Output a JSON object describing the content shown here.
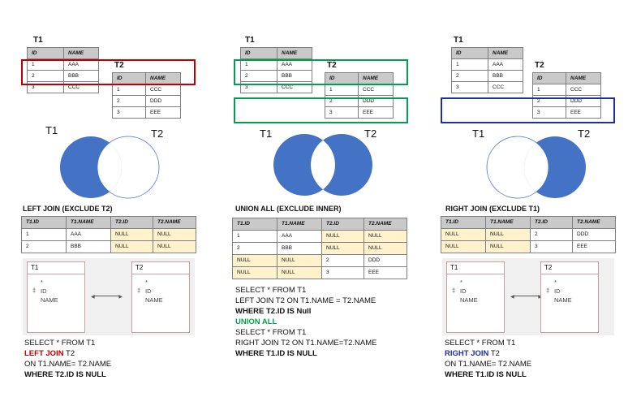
{
  "panels": [
    {
      "t1_label": "T1",
      "t2_label": "T2",
      "t1_table": {
        "header": [
          "ID",
          "NAME"
        ],
        "rows": [
          [
            "1",
            "AAA"
          ],
          [
            "2",
            "BBB"
          ],
          [
            "3",
            "CCC"
          ]
        ]
      },
      "t2_table": {
        "header": [
          "ID",
          "NAME"
        ],
        "rows": [
          [
            "1",
            "CCC"
          ],
          [
            "2",
            "DDD"
          ],
          [
            "3",
            "EEE"
          ]
        ]
      },
      "highlight_color": "#c00000",
      "venn_left": "T1",
      "venn_right": "T2",
      "title": "LEFT JOIN (EXCLUDE T2)",
      "result": {
        "header": [
          "T1.ID",
          "T1.NAME",
          "T2.ID",
          "T2.NAME"
        ],
        "rows": [
          [
            "1",
            "AAA",
            "NULL",
            "NULL"
          ],
          [
            "2",
            "BBB",
            "NULL",
            "NULL"
          ]
        ]
      },
      "entity1": {
        "name": "T1",
        "star": "*",
        "key": "‡",
        "f1": "ID",
        "f2": "NAME"
      },
      "entity2": {
        "name": "T2",
        "star": "*",
        "key": "‡",
        "f1": "ID",
        "f2": "NAME"
      },
      "sql": {
        "l1": "SELECT * FROM T1",
        "l2": "LEFT JOIN",
        "l2b": " T2",
        "l3": "ON T1.NAME= T2.NAME",
        "l4": "WHERE T2.ID IS NULL"
      }
    },
    {
      "t1_label": "T1",
      "t2_label": "T2",
      "t1_table": {
        "header": [
          "ID",
          "NAME"
        ],
        "rows": [
          [
            "1",
            "AAA"
          ],
          [
            "2",
            "BBB"
          ],
          [
            "3",
            "CCC"
          ]
        ]
      },
      "t2_table": {
        "header": [
          "ID",
          "NAME"
        ],
        "rows": [
          [
            "1",
            "CCC"
          ],
          [
            "2",
            "DDD"
          ],
          [
            "3",
            "EEE"
          ]
        ]
      },
      "highlight_color": "#00a050",
      "venn_left": "T1",
      "venn_right": "T2",
      "title": "UNION ALL (EXCLUDE INNER)",
      "result": {
        "header": [
          "T1.ID",
          "T1.NAME",
          "T2.ID",
          "T2.NAME"
        ],
        "rows": [
          [
            "1",
            "AAA",
            "NULL",
            "NULL"
          ],
          [
            "2",
            "BBB",
            "NULL",
            "NULL"
          ],
          [
            "NULL",
            "NULL",
            "2",
            "DDD"
          ],
          [
            "NULL",
            "NULL",
            "3",
            "EEE"
          ]
        ]
      },
      "sql": {
        "l1": "SELECT * FROM T1",
        "l2": "LEFT JOIN T2 ON T1.NAME = T2.NAME",
        "l3": "WHERE T2.ID IS Null",
        "l4": "UNION ALL",
        "l5": "SELECT * FROM T1",
        "l6": "RIGHT JOIN T2 ON T1.NAME=T2.NAME",
        "l7": "WHERE T1.ID IS NULL"
      }
    },
    {
      "t1_label": "T1",
      "t2_label": "T2",
      "t1_table": {
        "header": [
          "ID",
          "NAME"
        ],
        "rows": [
          [
            "1",
            "AAA"
          ],
          [
            "2",
            "BBB"
          ],
          [
            "3",
            "CCC"
          ]
        ]
      },
      "t2_table": {
        "header": [
          "ID",
          "NAME"
        ],
        "rows": [
          [
            "1",
            "CCC"
          ],
          [
            "2",
            "DDD"
          ],
          [
            "3",
            "EEE"
          ]
        ]
      },
      "highlight_color": "#1f2f9f",
      "venn_left": "T1",
      "venn_right": "T2",
      "title": "RIGHT JOIN (EXCLUDE T1)",
      "result": {
        "header": [
          "T1.ID",
          "T1.NAME",
          "T2.ID",
          "T2.NAME"
        ],
        "rows": [
          [
            "NULL",
            "NULL",
            "2",
            "DDD"
          ],
          [
            "NULL",
            "NULL",
            "3",
            "EEE"
          ]
        ]
      },
      "entity1": {
        "name": "T1",
        "star": "*",
        "key": "‡",
        "f1": "ID",
        "f2": "NAME"
      },
      "entity2": {
        "name": "T2",
        "star": "*",
        "key": "‡",
        "f1": "ID",
        "f2": "NAME"
      },
      "sql": {
        "l1": "SELECT * FROM T1",
        "l2": "RIGHT JOIN",
        "l2b": " T2",
        "l3": "ON T1.NAME= T2.NAME",
        "l4": "WHERE T1.ID IS NULL"
      }
    }
  ],
  "colors": {
    "venn_fill": "#4472c4",
    "null_cell": "#fff2cc",
    "header_cell": "#c9c9c9",
    "left_join_kw": "#c00000",
    "union_kw": "#00a050",
    "right_join_kw": "#1f2f9f"
  }
}
